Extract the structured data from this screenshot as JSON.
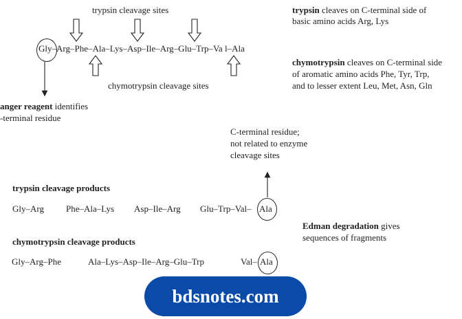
{
  "labels": {
    "trypsin_sites": "trypsin cleavage sites",
    "chymotrypsin_sites": "chymotrypsin cleavage sites",
    "sequence": "Gly–Arg–Phe–Ala–Lys–Asp–Ile–Arg–Glu–Trp–Va l–Ala",
    "sequence_first": "Gly",
    "sanger_bold": "anger reagent",
    "sanger_rest": " identifies",
    "sanger_line2": "-terminal residue",
    "trypsin_note_bold": "trypsin",
    "trypsin_note_rest": " cleaves on C-terminal side of",
    "trypsin_note_line2": "basic amino acids Arg, Lys",
    "chymo_note_bold": "chymotrypsin",
    "chymo_note_rest": " cleaves on C-terminal side",
    "chymo_note_line2": "of aromatic amino acids Phe, Tyr, Trp,",
    "chymo_note_line3": "and to lesser extent Leu, Met, Asn, Gln",
    "cterm_line1": "C-terminal residue;",
    "cterm_line2": "not related to enzyme",
    "cterm_line3": "cleavage sites",
    "trypsin_products_title": "trypsin cleavage products",
    "chymo_products_title": "chymotrypsin cleavage products",
    "edman_bold": "Edman degradation",
    "edman_rest": " gives",
    "edman_line2": "sequences of fragments"
  },
  "trypsin_products": [
    "Gly–Arg",
    "Phe–Ala–Lys",
    "Asp–Ile–Arg",
    "Glu–Trp–Val–",
    "Ala"
  ],
  "chymo_products": [
    "Gly–Arg–Phe",
    "Ala–Lys–Asp–Ile–Arg–Glu–Trp",
    "Val–",
    "Ala"
  ],
  "watermark": "bdsnotes.com",
  "colors": {
    "watermark_bg": "#0a4aa8"
  }
}
